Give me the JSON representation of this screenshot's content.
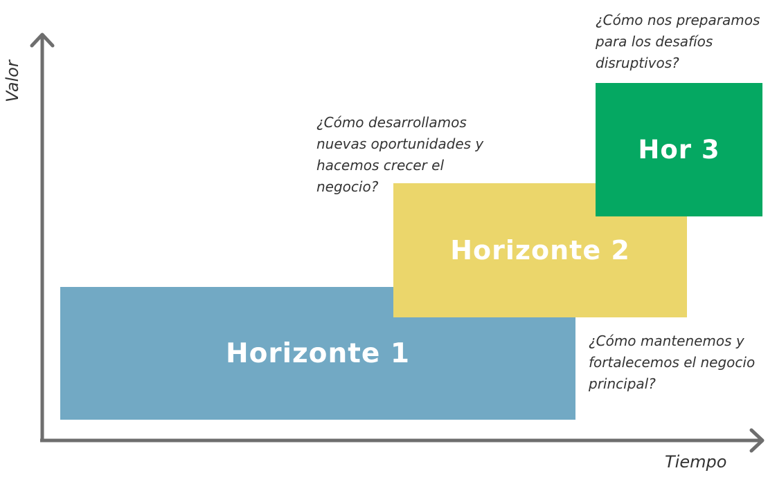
{
  "axes": {
    "y_label": "Valor",
    "x_label": "Tiempo",
    "color": "#6e6e6e"
  },
  "horizons": [
    {
      "label": "Horizonte 1",
      "color": "#72a9c4",
      "question_lines": [
        "¿Cómo mantenemos y",
        "fortalecemos el negocio",
        "principal?"
      ]
    },
    {
      "label": "Horizonte 2",
      "color": "#ebd66b",
      "question_lines": [
        "¿Cómo desarrollamos",
        "nuevas oportunidades y",
        "hacemos crecer el",
        "negocio?"
      ]
    },
    {
      "label": "Hor 3",
      "color": "#05a862",
      "question_lines": [
        "¿Cómo nos preparamos",
        "para los desafíos",
        "disruptivos?"
      ]
    }
  ]
}
